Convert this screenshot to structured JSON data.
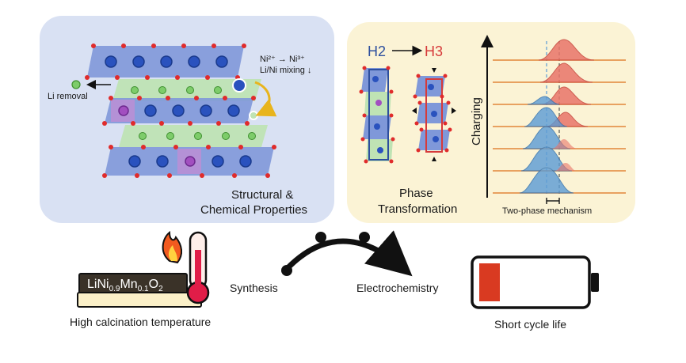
{
  "structural_panel": {
    "oxidation_text": "Ni²⁺ → Ni³⁺",
    "mixing_text": "Li/Ni mixing ↓",
    "li_removal_text": "Li removal",
    "caption_line1": "Structural &",
    "caption_line2": "Chemical Properties",
    "colors": {
      "background": "#d9e1f3",
      "layer": "#7f98d9",
      "li_layer": "#bfe3b4",
      "oxygen": "#e02b2b",
      "mixing": "#b491d6"
    }
  },
  "phase_panel": {
    "h2_label": "H2",
    "h3_label": "H3",
    "caption_line1": "Phase",
    "caption_line2": "Transformation",
    "charging_label": "Charging",
    "mechanism_label": "Two-phase mechanism",
    "colors": {
      "background": "#fbf3d5",
      "h2": "#2d4f9e",
      "h3": "#d63a3a",
      "peak_blue": "#5b9bd5",
      "peak_red": "#e9756a"
    }
  },
  "bottom": {
    "formula": {
      "base1": "LiNi",
      "sub1": "0.9",
      "base2": "Mn",
      "sub2": "0.1",
      "base3": "O",
      "sub3": "2"
    },
    "calcination_label": "High calcination temperature",
    "synthesis_label": "Synthesis",
    "electrochemistry_label": "Electrochemistry",
    "cycle_life_label": "Short cycle life",
    "battery_level": 0.2,
    "icons": [
      "fire-icon",
      "thermometer-icon",
      "battery-icon"
    ]
  }
}
